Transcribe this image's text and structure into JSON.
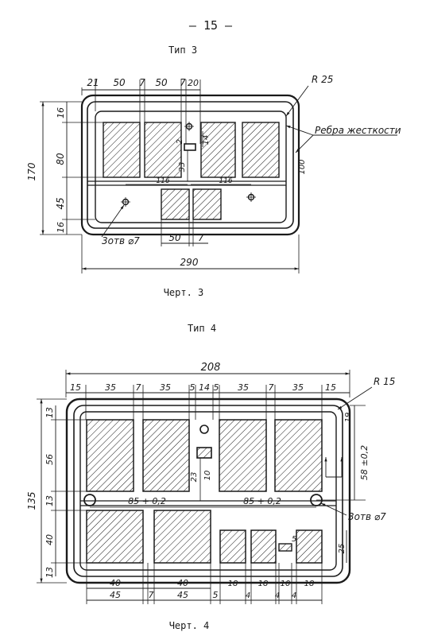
{
  "page_number": "— 15 —",
  "type3": {
    "title": "Тип 3",
    "caption": "Черт. 3",
    "radius_label": "R 25",
    "rib_label": "Ребра жесткости",
    "holes_label": "3отв ⌀7",
    "dims": {
      "d21": "21",
      "d50a": "50",
      "d7a": "7",
      "d50b": "50",
      "d7b": "7",
      "d20": "20",
      "d16a": "16",
      "d80": "80",
      "d45": "45",
      "d16b": "16",
      "d170": "170",
      "d2": "2",
      "d14": "14",
      "d33": "33",
      "d100": "100",
      "d116a": "116",
      "d116b": "116",
      "d50c": "50",
      "d7c": "7",
      "d290": "290"
    }
  },
  "type4": {
    "title": "Тип 4",
    "caption": "Черт. 4",
    "radius_label": "R 15",
    "holes_label": "3отв ⌀7",
    "dims": {
      "d208": "208",
      "t15a": "15",
      "t35a": "35",
      "t7a": "7",
      "t35b": "35",
      "t5a": "5",
      "t14": "14",
      "t5b": "5",
      "t35c": "35",
      "t7b": "7",
      "t35d": "35",
      "t15b": "15",
      "d13a": "13",
      "d56": "56",
      "d13b": "13",
      "d40v": "40",
      "d13c": "13",
      "d135": "135",
      "d23": "23",
      "d10": "10",
      "d19": "19",
      "d58": "58 ±0,2",
      "d85a": "85 + 0,2",
      "d85b": "85 + 0,2",
      "d5": "5",
      "d25": "25",
      "b40a": "40",
      "b40b": "40",
      "b45a": "45",
      "b7": "7",
      "b45b": "45",
      "b5": "5",
      "b18a": "18",
      "b4a": "4",
      "b18b": "18",
      "b4b": "4",
      "b10": "10",
      "b4c": "4",
      "b18c": "18"
    }
  }
}
